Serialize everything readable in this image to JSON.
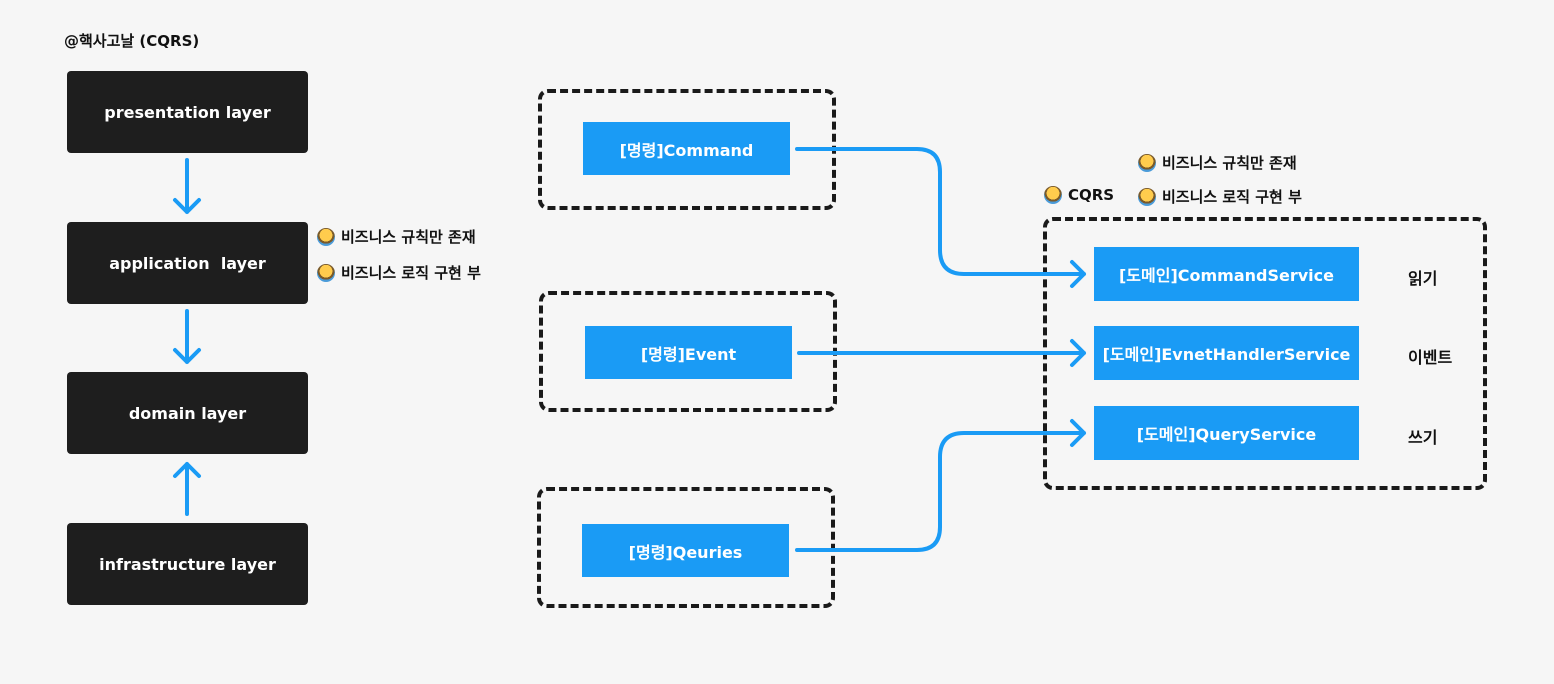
{
  "title": "@핵사고날 (CQRS)",
  "layers": {
    "presentation": "presentation layer",
    "application": "application  layer",
    "domain": "domain layer",
    "infrastructure": "infrastructure layer"
  },
  "notes_left": {
    "rules_only": "비즈니스 규칙만 존재",
    "logic_impl": "비즈니스 로직 구현 부"
  },
  "commands": {
    "command": "[명령]Command",
    "event": "[명령]Event",
    "queries": "[명령]Qeuries"
  },
  "domain_notes": {
    "rules_only": "비즈니스 규칙만 존재",
    "cqrs": "CQRS",
    "logic_impl": "비즈니스 로직 구현 부"
  },
  "services": {
    "command_service": "[도메인]CommandService",
    "event_handler_service": "[도메인]EvnetHandlerService",
    "query_service": "[도메인]QueryService"
  },
  "service_labels": {
    "read": "읽기",
    "event": "이벤트",
    "write": "쓰기"
  },
  "colors": {
    "accent_blue": "#1a9bf5",
    "dark_box": "#1e1e1e",
    "background": "#f6f6f6"
  },
  "icons": {
    "person_emoji": "person-emoji-icon"
  }
}
